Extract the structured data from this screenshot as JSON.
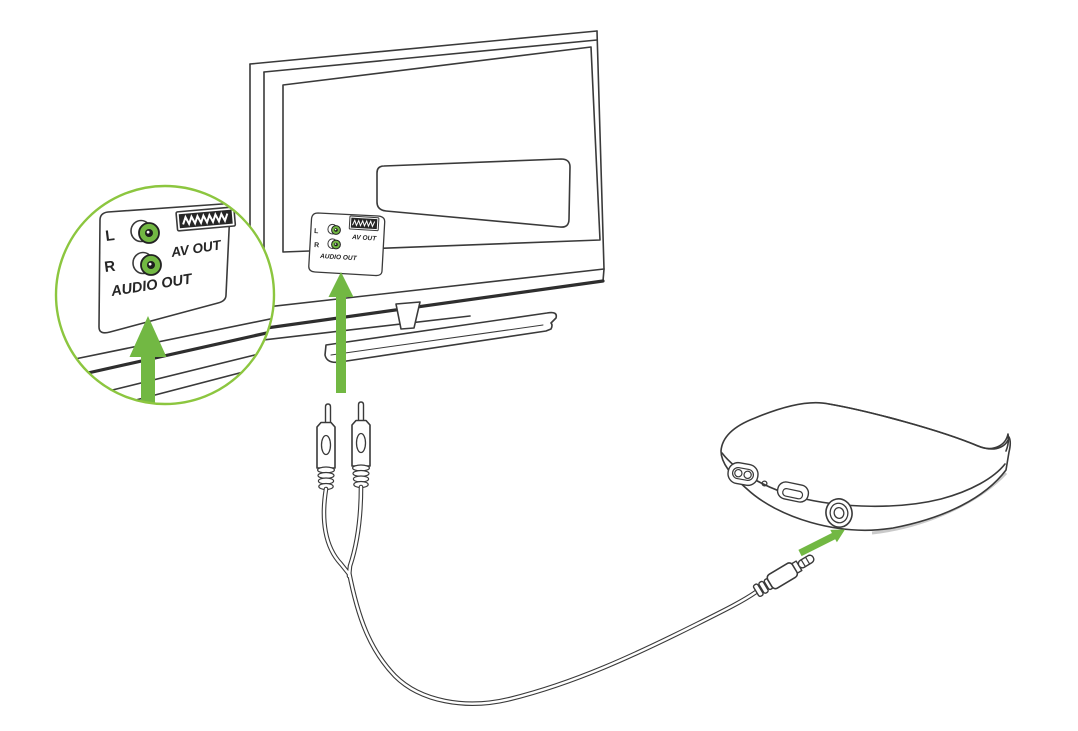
{
  "colors": {
    "background": "#FFFFFF",
    "line_art": "#3A3A3A",
    "accent_green": "#72B843",
    "magnifier_ring_green": "#8CC63F",
    "scart_fill": "#262626",
    "shadow_gray": "#BDBDBD"
  },
  "magnifier_panel": {
    "left_channel_label": "L",
    "right_channel_label": "R",
    "scart_label": "AV OUT",
    "panel_label": "AUDIO OUT"
  },
  "tv_rear_panel": {
    "left_channel_label": "L",
    "right_channel_label": "R",
    "scart_label": "AV OUT",
    "panel_label": "AUDIO OUT"
  },
  "icons": {
    "scart": "scart-connector-icon",
    "rca_jack": "rca-jack-icon",
    "arrow": "green-up-arrow-icon",
    "aux_jack": "3-5mm-jack-icon",
    "usb": "micro-usb-port-icon",
    "switch": "slide-switch-icon",
    "led": "led-dot-icon"
  }
}
